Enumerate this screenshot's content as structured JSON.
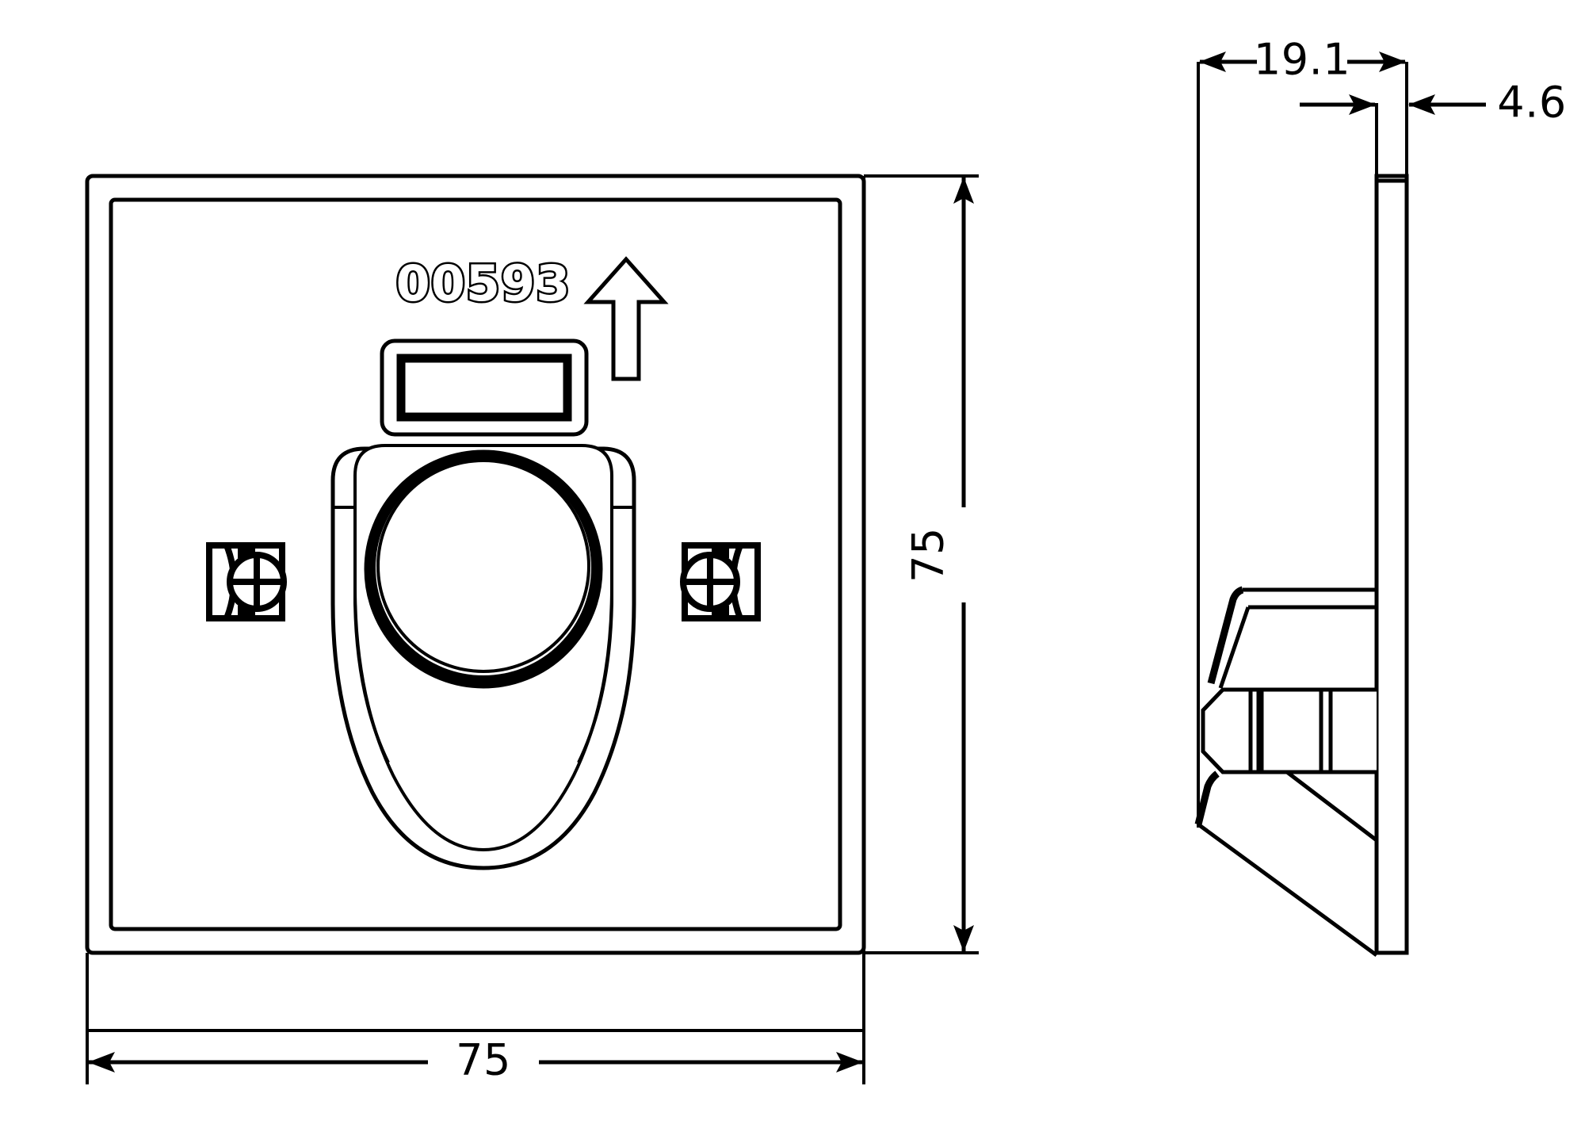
{
  "drawing": {
    "title": "Technical drawing - square wall plate with rotary knob",
    "line_color": "#000000",
    "background_color": "#ffffff"
  },
  "front_view": {
    "name": "front-view",
    "engraved_label": "00593",
    "arrow_icon": "up-arrow-icon",
    "display_window": "display-window",
    "knob": "rotary-knob",
    "screws": [
      {
        "name": "screw-left",
        "icon": "phillips-screw-icon"
      },
      {
        "name": "screw-right",
        "icon": "phillips-screw-icon"
      }
    ]
  },
  "side_view": {
    "name": "side-view",
    "faceplate": "faceplate-profile",
    "knob_profile": "knob-profile"
  },
  "dimensions": {
    "width": {
      "label": "75",
      "orientation": "horizontal",
      "name": "dimension-width"
    },
    "height": {
      "label": "75",
      "orientation": "vertical",
      "name": "dimension-height"
    },
    "depth": {
      "label": "19.1",
      "orientation": "horizontal",
      "name": "dimension-depth"
    },
    "plate_thickness": {
      "label": "4.6",
      "orientation": "horizontal",
      "name": "dimension-plate-thickness"
    }
  }
}
